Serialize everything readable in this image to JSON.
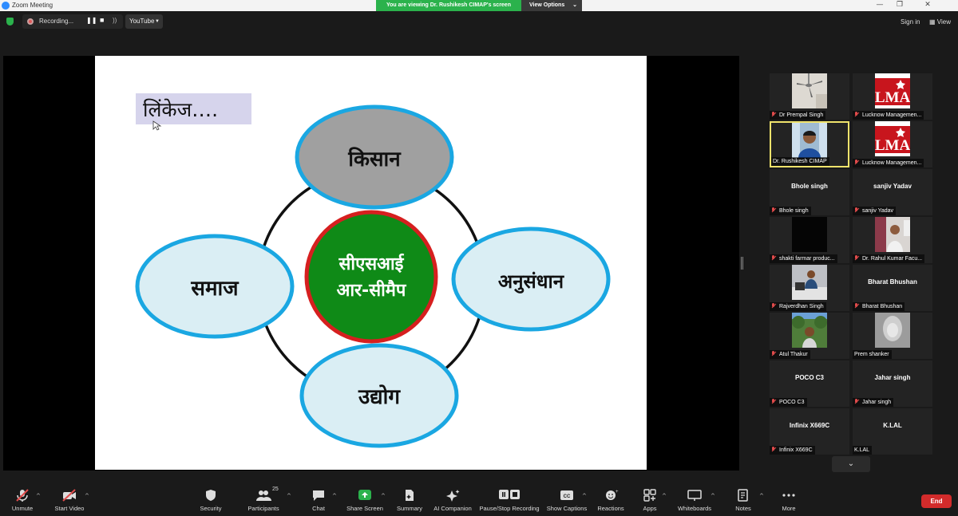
{
  "window": {
    "title": "Zoom Meeting"
  },
  "banner": {
    "text": "You are viewing Dr. Rushikesh CIMAP's screen",
    "view_options": "View Options"
  },
  "topbar": {
    "recording_label": "Recording...",
    "stream_target": "YouTube",
    "sign_in": "Sign in",
    "view": "View"
  },
  "slide": {
    "title": "लिंकेज….",
    "center_line1": "सीएसआई",
    "center_line2": "आर-सीमैप",
    "nodes": {
      "top": "किसान",
      "left": "समाज",
      "right": "अनुसंधान",
      "bottom": "उद्योग"
    }
  },
  "participants": [
    {
      "name": "Dr Prempal Singh",
      "video": "ceiling-fan",
      "muted": true
    },
    {
      "name": "Lucknow Managemen...",
      "video": "lma-logo",
      "muted": true
    },
    {
      "name": "Dr. Rushikesh CIMAP",
      "video": "person",
      "muted": false,
      "active": true
    },
    {
      "name": "Lucknow Managemen...",
      "video": "lma-logo",
      "muted": true
    },
    {
      "name": "Bhole singh",
      "display": "Bhole singh",
      "muted": true
    },
    {
      "name": "sanjiv Yadav",
      "display": "sanjiv Yadav",
      "muted": true
    },
    {
      "name": "shakti farmar produc...",
      "video": "dark",
      "muted": true
    },
    {
      "name": "Dr. Rahul Kumar Facu...",
      "video": "room-person",
      "muted": true
    },
    {
      "name": "Rajverdhan Singh",
      "video": "outdoor-person",
      "muted": true
    },
    {
      "name": "Bharat Bhushan",
      "display": "Bharat Bhushan",
      "muted": true
    },
    {
      "name": "Atul Thakur",
      "video": "tree-person",
      "muted": true
    },
    {
      "name": "Prem shanker",
      "video": "blurred",
      "muted": false
    },
    {
      "name": "POCO C3",
      "display": "POCO C3",
      "muted": true
    },
    {
      "name": "Jahar singh",
      "display": "Jahar singh",
      "muted": true
    },
    {
      "name": "Infinix X669C",
      "display": "Infinix X669C",
      "muted": true
    },
    {
      "name": "K.LAL",
      "display": "K.LAL",
      "muted": false
    }
  ],
  "lma_logo_text": "LMA",
  "toolbar": {
    "unmute": "Unmute",
    "start_video": "Start Video",
    "security": "Security",
    "participants": "Participants",
    "participants_count": "25",
    "chat": "Chat",
    "share_screen": "Share Screen",
    "summary": "Summary",
    "ai_companion": "AI Companion",
    "pause_stop_recording": "Pause/Stop Recording",
    "show_captions": "Show Captions",
    "reactions": "Reactions",
    "apps": "Apps",
    "whiteboards": "Whiteboards",
    "notes": "Notes",
    "more": "More",
    "end": "End"
  },
  "colors": {
    "share_green": "#2bb24c",
    "end_red": "#d22b2b",
    "ellipse_stroke": "#1aa7e2",
    "center_fill": "#0f8a17",
    "center_ring": "#d61f1f"
  }
}
